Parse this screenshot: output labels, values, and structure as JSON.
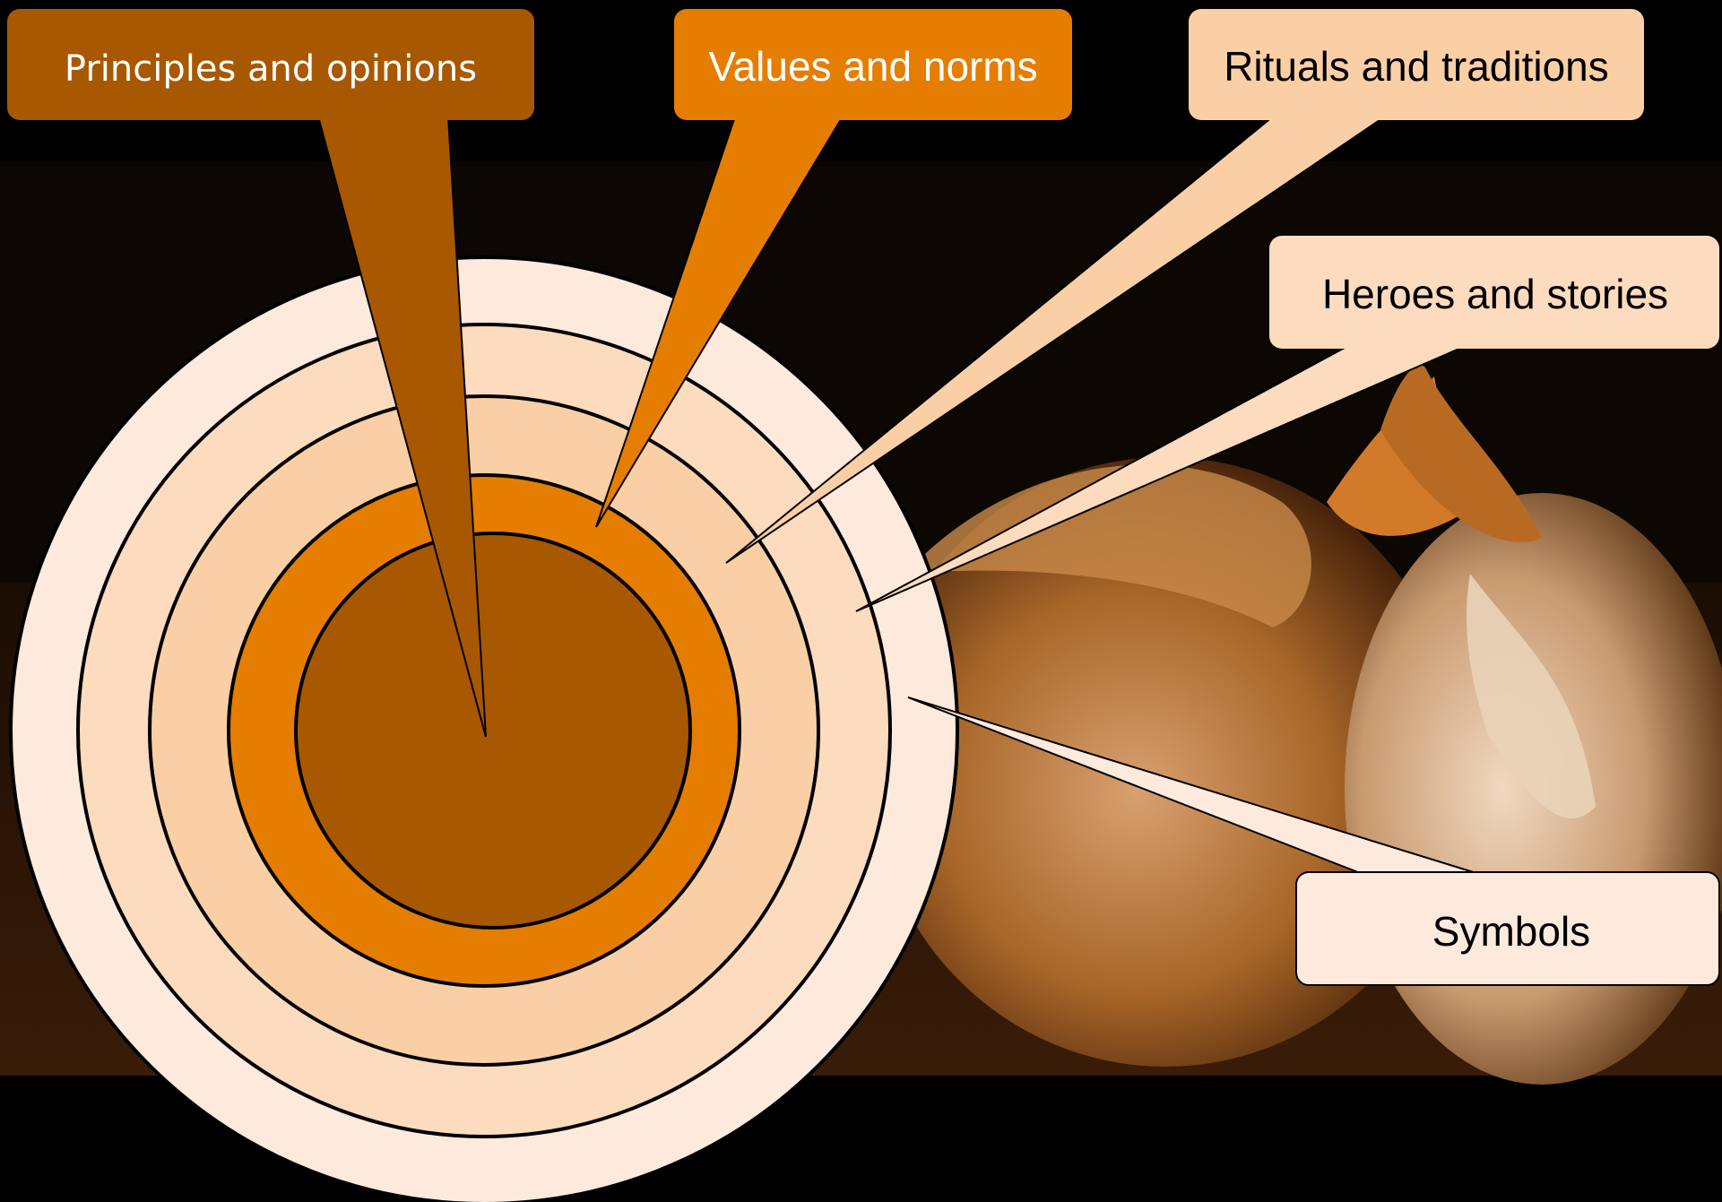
{
  "diagram": {
    "layers": [
      {
        "label": "Principles and opinions",
        "fill": "#a85800",
        "text_color": "#ffffff"
      },
      {
        "label": "Values and norms",
        "fill": "#e57d00",
        "text_color": "#ffffff"
      },
      {
        "label": "Rituals and traditions",
        "fill": "#fbcfa5",
        "text_color": "#000000"
      },
      {
        "label": "Heroes and stories",
        "fill": "#fcdbbe",
        "text_color": "#000000"
      },
      {
        "label": "Symbols",
        "fill": "#fdeadd",
        "text_color": "#000000"
      }
    ],
    "background_image": "onion-photo",
    "colors": {
      "background": "#000000",
      "ring_stroke": "#000000"
    }
  }
}
